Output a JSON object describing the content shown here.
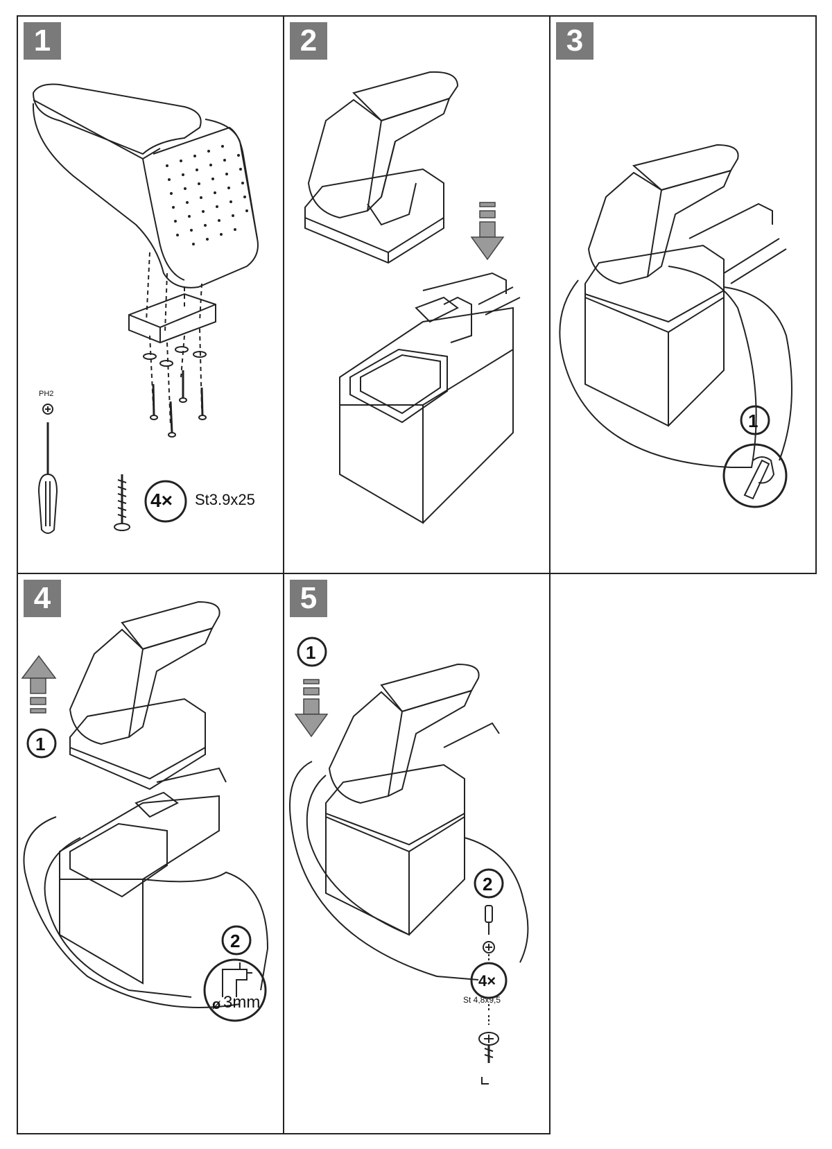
{
  "steps": [
    {
      "number": "1"
    },
    {
      "number": "2"
    },
    {
      "number": "3"
    },
    {
      "number": "4"
    },
    {
      "number": "5"
    }
  ],
  "step1": {
    "bit_label": "PH2",
    "screw_qty": "4×",
    "screw_spec": "St3.9x25"
  },
  "step3": {
    "sub_step": "1"
  },
  "step4": {
    "sub_step_1": "1",
    "sub_step_2": "2",
    "drill_label": "3mm",
    "diameter_symbol": "ø"
  },
  "step5": {
    "sub_step_1": "1",
    "sub_step_2": "2",
    "screw_qty": "4×",
    "screw_spec": "St 4,8x9,5"
  },
  "colors": {
    "frame": "#222222",
    "badge": "#7a7a7a",
    "arrow": "#9a9a9a"
  }
}
